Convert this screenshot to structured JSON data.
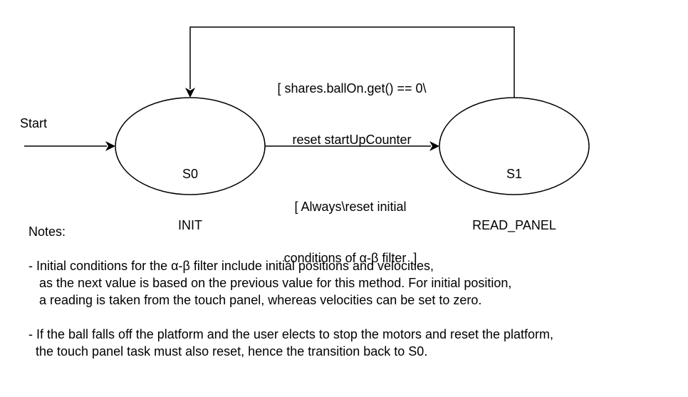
{
  "start_label": "Start",
  "states": [
    {
      "id": "S0",
      "name": "INIT"
    },
    {
      "id": "S1",
      "name": "READ_PANEL"
    }
  ],
  "transitions": {
    "s0_to_s1": {
      "line1": "[ Always\\reset initial",
      "line2": "conditions of α-β filter  ]"
    },
    "s1_to_s0": {
      "line1": "[ shares.ballOn.get() == 0\\",
      "line2": "reset startUpCounter"
    }
  },
  "notes": {
    "title": "Notes:",
    "lines": [
      "- Initial conditions for the α-β filter include initial positions and velocities,",
      "   as the next value is based on the previous value for this method. For initial position,",
      "   a reading is taken from the touch panel, whereas velocities can be set to zero.",
      "",
      "- If the ball falls off the platform and the user elects to stop the motors and reset the platform,",
      "  the touch panel task must also reset, hence the transition back to S0."
    ]
  }
}
